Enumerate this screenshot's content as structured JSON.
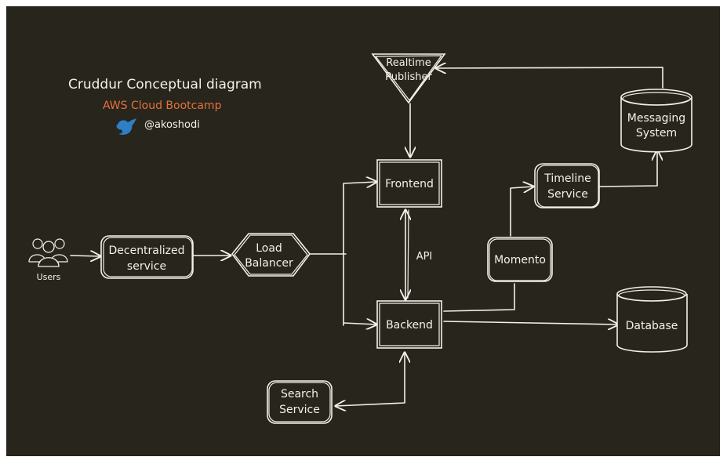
{
  "header": {
    "title": "Cruddur Conceptual diagram",
    "subtitle": "AWS Cloud Bootcamp",
    "handle": "@akoshodi",
    "subtitle_color": "#e8703a",
    "twitter_color": "#2f7fc6",
    "twitter_icon": "twitter-bird-icon"
  },
  "nodes": {
    "users": {
      "label": "Users",
      "icon": "users-group-icon"
    },
    "decentralized": {
      "line1": "Decentralized",
      "line2": "service"
    },
    "load_balancer": {
      "line1": "Load",
      "line2": "Balancer"
    },
    "frontend": {
      "label": "Frontend"
    },
    "backend": {
      "label": "Backend"
    },
    "realtime": {
      "line1": "Realtime",
      "line2": "Publisher"
    },
    "messaging": {
      "line1": "Messaging",
      "line2": "System"
    },
    "timeline": {
      "line1": "Timeline",
      "line2": "Service"
    },
    "momento": {
      "label": "Momento"
    },
    "database": {
      "label": "Database"
    },
    "search": {
      "line1": "Search",
      "line2": "Service"
    }
  },
  "edges": {
    "api_label": "API"
  },
  "colors": {
    "background": "#27251c",
    "stroke": "#f3f1ea"
  }
}
